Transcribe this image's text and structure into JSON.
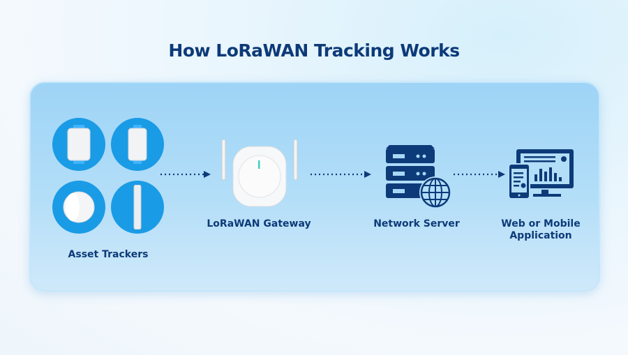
{
  "title": "How LoRaWAN Tracking Works",
  "steps": [
    {
      "label": "Asset Trackers",
      "icon": "asset-tracker-devices"
    },
    {
      "label": "LoRaWAN Gateway",
      "icon": "gateway-device"
    },
    {
      "label": "Network Server",
      "icon": "server-globe-icon"
    },
    {
      "label_line1": "Web or Mobile",
      "label_line2": "Application",
      "icon": "monitor-phone-icon"
    }
  ],
  "colors": {
    "navy": "#0d3a78",
    "circle_blue": "#1a9be6"
  }
}
